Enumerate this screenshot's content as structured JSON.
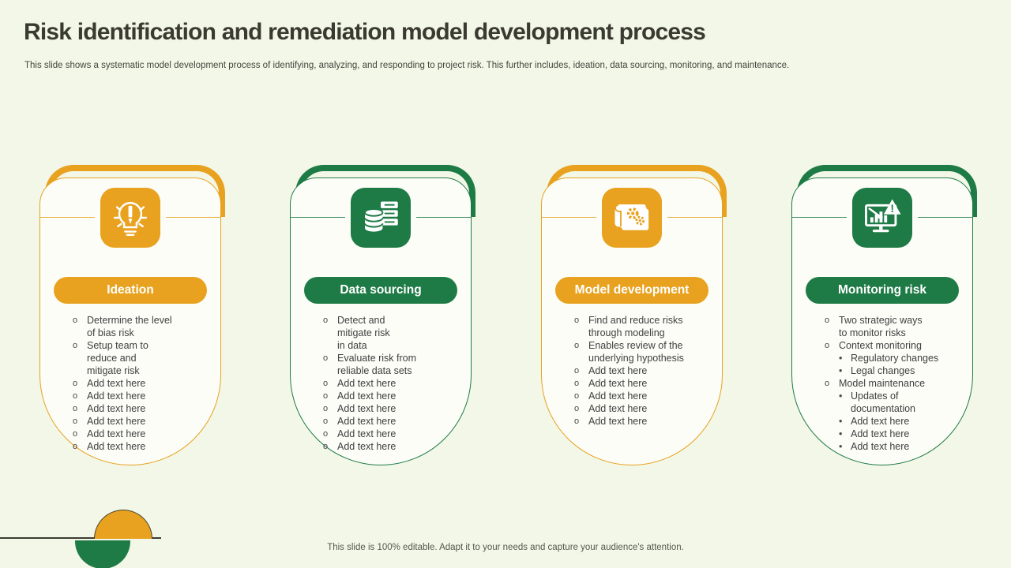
{
  "slide": {
    "title": "Risk identification and remediation model development process",
    "subtitle": "This slide shows a systematic model development process of identifying, analyzing, and responding to project risk. This further includes, ideation, data sourcing, monitoring, and maintenance.",
    "footer": "This slide is 100% editable. Adapt it to your needs and capture your audience's attention."
  },
  "colors": {
    "background": "#F3F7E8",
    "orange": "#E8A21F",
    "green": "#1E7B46",
    "card_background": "#FCFDF7",
    "body_text": "#404040"
  },
  "cards": [
    {
      "label": "Ideation",
      "color": "#E8A21F",
      "icon": "lightbulb-pencil-icon",
      "items": [
        {
          "text": "Determine the level\nof bias risk"
        },
        {
          "text": "Setup team to\nreduce and\nmitigate risk"
        },
        {
          "text": "Add text here"
        },
        {
          "text": "Add text here"
        },
        {
          "text": "Add text here"
        },
        {
          "text": "Add text here"
        },
        {
          "text": "Add text here"
        },
        {
          "text": "Add text here"
        }
      ]
    },
    {
      "label": "Data sourcing",
      "color": "#1E7B46",
      "icon": "database-server-icon",
      "items": [
        {
          "text": "Detect and\nmitigate risk\nin data"
        },
        {
          "text": "Evaluate risk from\nreliable data sets"
        },
        {
          "text": "Add text here"
        },
        {
          "text": "Add text here"
        },
        {
          "text": "Add text here"
        },
        {
          "text": "Add text here"
        },
        {
          "text": "Add text here"
        },
        {
          "text": "Add text here"
        }
      ]
    },
    {
      "label": "Model development",
      "color": "#E8A21F",
      "icon": "blueprint-gears-icon",
      "items": [
        {
          "text": "Find and reduce risks\nthrough modeling"
        },
        {
          "text": "Enables review of the\nunderlying hypothesis"
        },
        {
          "text": "Add text here"
        },
        {
          "text": "Add text here"
        },
        {
          "text": "Add text here"
        },
        {
          "text": "Add text here"
        },
        {
          "text": "Add text here"
        }
      ]
    },
    {
      "label": "Monitoring risk",
      "color": "#1E7B46",
      "icon": "monitor-warning-icon",
      "items": [
        {
          "text": "Two strategic ways\nto monitor risks"
        },
        {
          "text": "Context monitoring",
          "subitems": [
            "Regulatory changes",
            "Legal changes"
          ]
        },
        {
          "text": "Model maintenance",
          "subitems": [
            "Updates of\ndocumentation",
            "Add text here",
            "Add text here",
            "Add text here"
          ]
        }
      ]
    }
  ],
  "markers": {
    "bullet": "o",
    "sub_bullet": "•"
  }
}
